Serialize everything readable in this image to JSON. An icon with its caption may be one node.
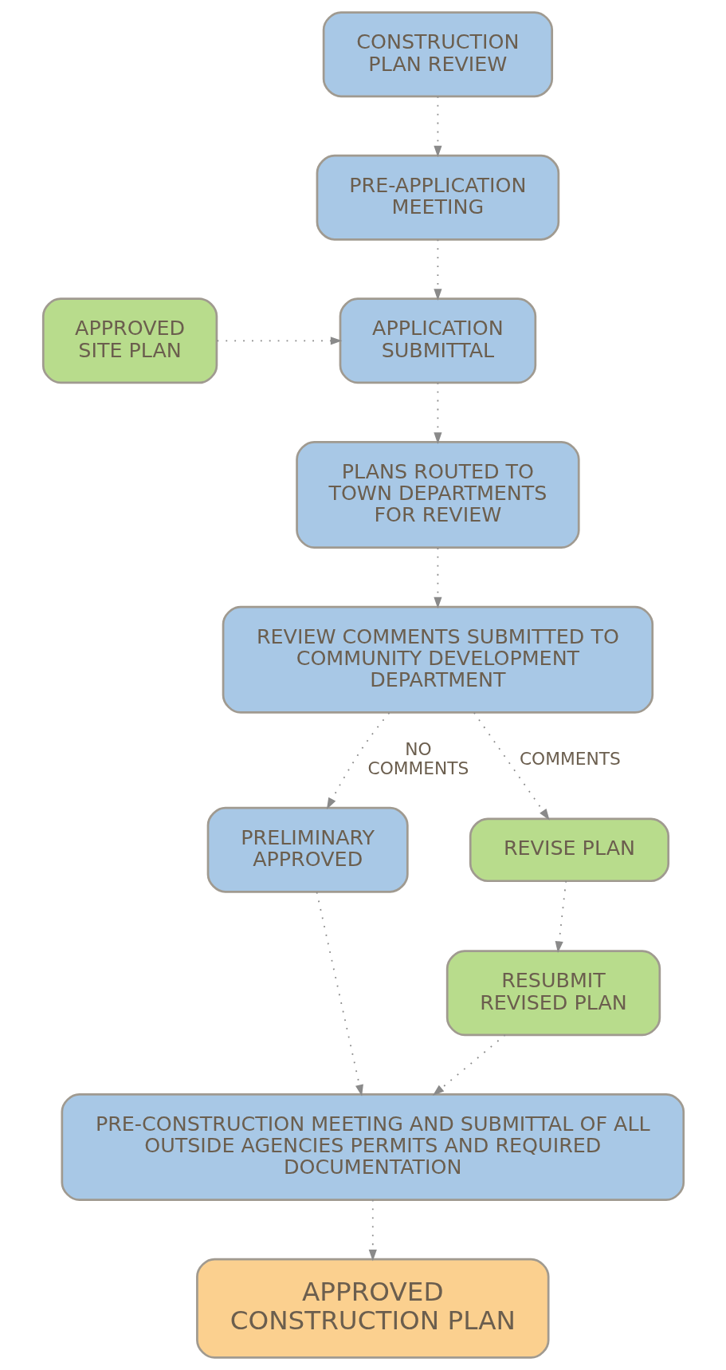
{
  "diagram": {
    "nodes": [
      {
        "text": [
          "CONSTRUCTION PLAN REVIEW"
        ]
      },
      {
        "text": [
          "PRE-APPLICATION MEETING"
        ]
      },
      {
        "text": [
          "APPROVED SITE PLAN"
        ]
      },
      {
        "text": [
          "APPLICATION SUBMITTAL"
        ]
      },
      {
        "text": [
          "PLANS ROUTED TO TOWN DEPARTMENTS FOR REVIEW"
        ]
      },
      {
        "text": [
          "REVIEW COMMENTS SUBMITTED TO COMMUNITY DEVELOPMENT DEPARTMENT"
        ]
      },
      {
        "text": [
          "PRELIMINARY APPROVED"
        ]
      },
      {
        "text": [
          "REVISE PLAN"
        ]
      },
      {
        "text": [
          "RESUBMIT REVISED PLAN"
        ]
      },
      {
        "text": [
          "PRE-CONSTRUCTION MEETING AND SUBMITTAL OF ALL OUTSIDE AGENCIES PERMITS AND REQUIRED DOCUMENTATION"
        ]
      },
      {
        "text": [
          "APPROVED CONSTRUCTION PLAN"
        ]
      }
    ],
    "edges": [
      {
        "from": 0,
        "to": 1,
        "arrow": "to"
      },
      {
        "from": 1,
        "to": 3,
        "arrow": "to"
      },
      {
        "from": 2,
        "to": 3,
        "arrow": "to"
      },
      {
        "from": 3,
        "to": 4,
        "arrow": "to"
      },
      {
        "from": 4,
        "to": 5,
        "arrow": "to"
      },
      {
        "from": 5,
        "to": 6,
        "arrow": "to",
        "label": "NO COMMENTS"
      },
      {
        "from": 5,
        "to": 7,
        "arrow": "to",
        "label": "COMMENTS"
      },
      {
        "from": 7,
        "to": 8,
        "arrow": "to"
      },
      {
        "from": 6,
        "to": 9,
        "arrow": "to"
      },
      {
        "from": 8,
        "to": 9,
        "arrow": "to"
      },
      {
        "from": 9,
        "to": 10,
        "arrow": "to"
      }
    ]
  }
}
